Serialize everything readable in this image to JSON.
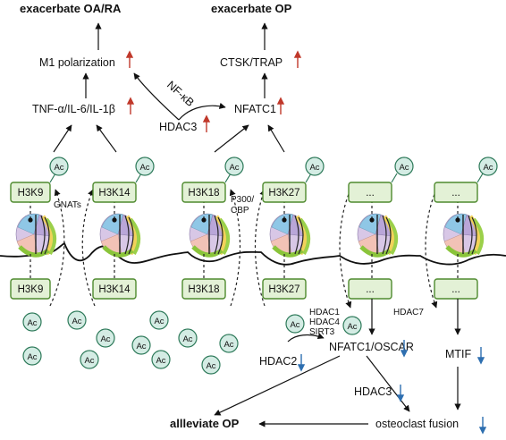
{
  "top": {
    "left_title": "exacerbate OA/RA",
    "right_title": "exacerbate OP"
  },
  "labels": {
    "m1": "M1 polarization",
    "ctsk": "CTSK/TRAP",
    "tnf": "TNF-α/IL-6/IL-1β",
    "hdac3": "HDAC3",
    "nfatc1": "NFATC1",
    "nfkb": "NF-κB",
    "gnats": "GNATs",
    "p300_1": "P300/",
    "p300_2": "CBP",
    "hdac1": "HDAC1",
    "hdac4": "HDAC4",
    "sirt3": "SIRT3",
    "hdac7": "HDAC7",
    "nfatc1_oscar": "NFATC1/OSCAR",
    "mtif": "MTIF",
    "hdac2": "HDAC2",
    "hdac3_low": "HDAC3",
    "osteoclast": "osteoclast fusion",
    "alleviate": "allleviate OP"
  },
  "histone_marks": {
    "top": [
      "H3K9",
      "H3K14",
      "H3K18",
      "H3K27",
      "...",
      "..."
    ],
    "bottom": [
      "H3K9",
      "H3K14",
      "H3K18",
      "H3K27",
      "...",
      "..."
    ]
  },
  "ac_label": "Ac",
  "colors": {
    "box_fill": "#e3f1d6",
    "box_stroke": "#4e8a2e",
    "ac_fill": "#d4ece4",
    "ac_stroke": "#2e7a5a",
    "up_arrow": "#c0392b",
    "down_arrow": "#2e6fb0"
  },
  "icons": [
    "up-arrow-icon",
    "down-arrow-icon",
    "nucleosome-icon",
    "acetyl-group-icon"
  ]
}
